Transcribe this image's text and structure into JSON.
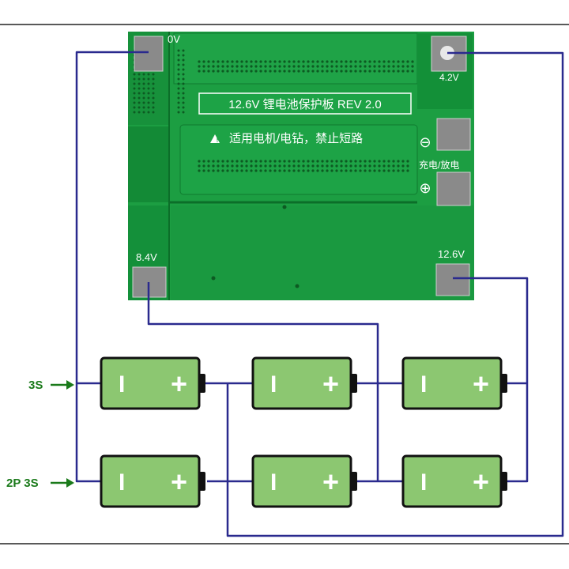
{
  "board": {
    "title": "12.6V 锂电池保护板 REV 2.0",
    "warning": "适用电机/电钻，禁止短路",
    "top_left_label": "0V",
    "top_right_label": "4.2V",
    "mid_left_label": "8.4V",
    "mid_right_label": "12.6V",
    "charge_label": "充电/放电",
    "minus_symbol": "⊖",
    "plus_symbol": "⊕"
  },
  "rows": {
    "row1_label": "3S",
    "row2_label": "2P 3S"
  },
  "battery": {
    "minus": "I",
    "plus": "+"
  },
  "colors": {
    "wire": "#2a2a8e",
    "pcb": "#1c9e42",
    "pcb_dark": "#128534",
    "battery_fill": "#8cc771",
    "arrow": "#1a7a1a"
  }
}
